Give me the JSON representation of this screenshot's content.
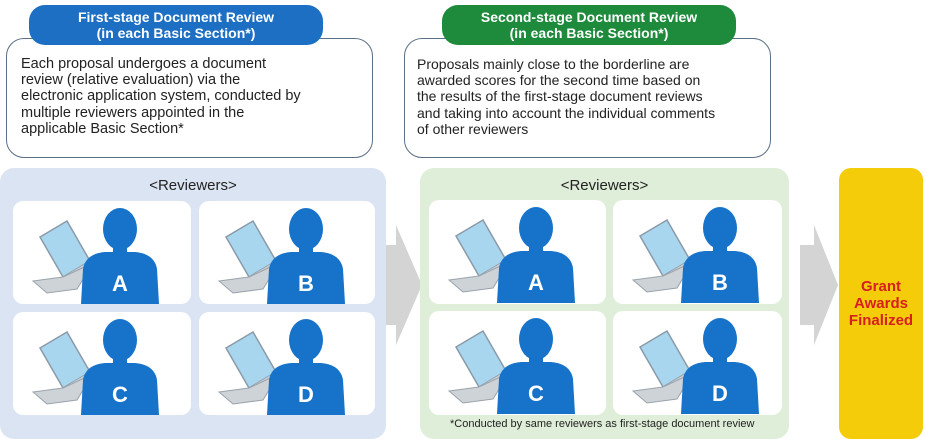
{
  "stage1": {
    "title_line1": "First-stage Document Review",
    "title_line2": "(in each Basic Section*)",
    "desc_lines": [
      "Each proposal undergoes a document",
      "review (relative evaluation) via the",
      "electronic application system, conducted by",
      "multiple reviewers  appointed in the",
      "applicable Basic Section*"
    ],
    "reviewers_label": "<Reviewers>",
    "reviewers": [
      "A",
      "B",
      "C",
      "D"
    ]
  },
  "stage2": {
    "title_line1": "Second-stage Document Review",
    "title_line2": "(in each Basic Section*)",
    "desc_lines": [
      "Proposals mainly close to the borderline are",
      "awarded scores for the second time based on",
      "the results of the first-stage document reviews",
      "and taking into account the individual comments",
      "of other reviewers"
    ],
    "reviewers_label": "<Reviewers>",
    "reviewers": [
      "A",
      "B",
      "C",
      "D"
    ],
    "footnote": "*Conducted by same reviewers as first-stage document review"
  },
  "final": {
    "lines": [
      "Grant",
      "Awards",
      "Finalized"
    ]
  },
  "colors": {
    "blue_pill": "#1d6fc4",
    "green_pill": "#1e8a3c",
    "person": "#1673c9",
    "final_bg": "#f4cc0a",
    "final_text": "#d6201f"
  }
}
